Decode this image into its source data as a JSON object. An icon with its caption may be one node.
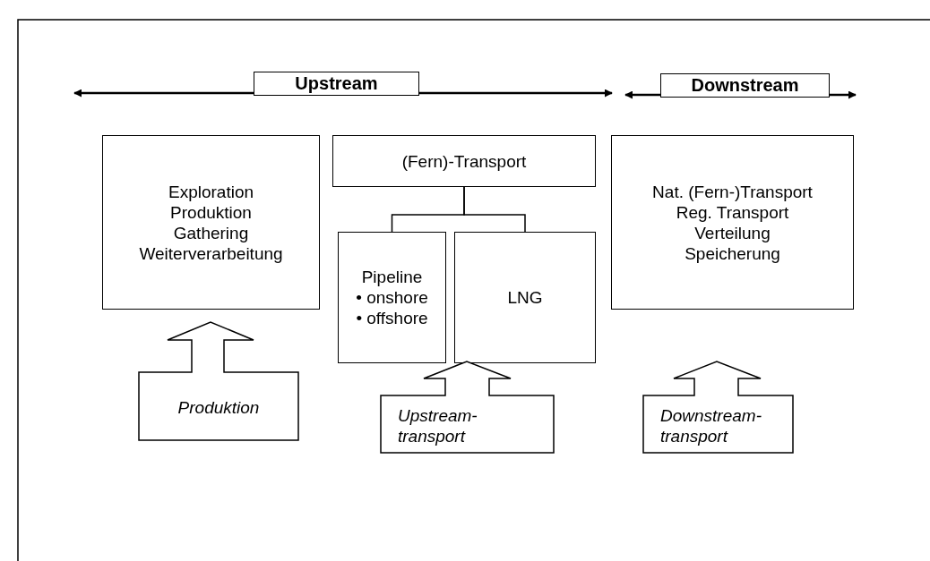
{
  "diagram": {
    "nodes": [
      {
        "text": [
          "Upstream"
        ]
      },
      {
        "text": [
          "Downstream"
        ]
      },
      {
        "text": [
          "Exploration",
          "Produktion",
          "Gathering",
          "Weiterverarbeitung"
        ]
      },
      {
        "text": [
          "(Fern)-Transport"
        ]
      },
      {
        "text": [
          "Pipeline",
          "• onshore",
          "• offshore"
        ]
      },
      {
        "text": [
          "LNG"
        ]
      },
      {
        "text": [
          "Nat. (Fern-)Transport",
          "Reg. Transport",
          "Verteilung",
          "Speicherung"
        ]
      },
      {
        "text": [
          "Produktion"
        ]
      },
      {
        "text": [
          "Upstream-transport"
        ]
      },
      {
        "text": [
          "Downstream-transport"
        ]
      }
    ],
    "edges": [
      {
        "from": 0,
        "to": null,
        "arrow": "to"
      },
      {
        "from": 0,
        "to": null,
        "arrow": "to"
      },
      {
        "from": 1,
        "to": null,
        "arrow": "to"
      },
      {
        "from": 1,
        "to": null,
        "arrow": "to"
      },
      {
        "from": 3,
        "to": 4,
        "arrow": "none"
      },
      {
        "from": 3,
        "to": 5,
        "arrow": "none"
      }
    ]
  }
}
